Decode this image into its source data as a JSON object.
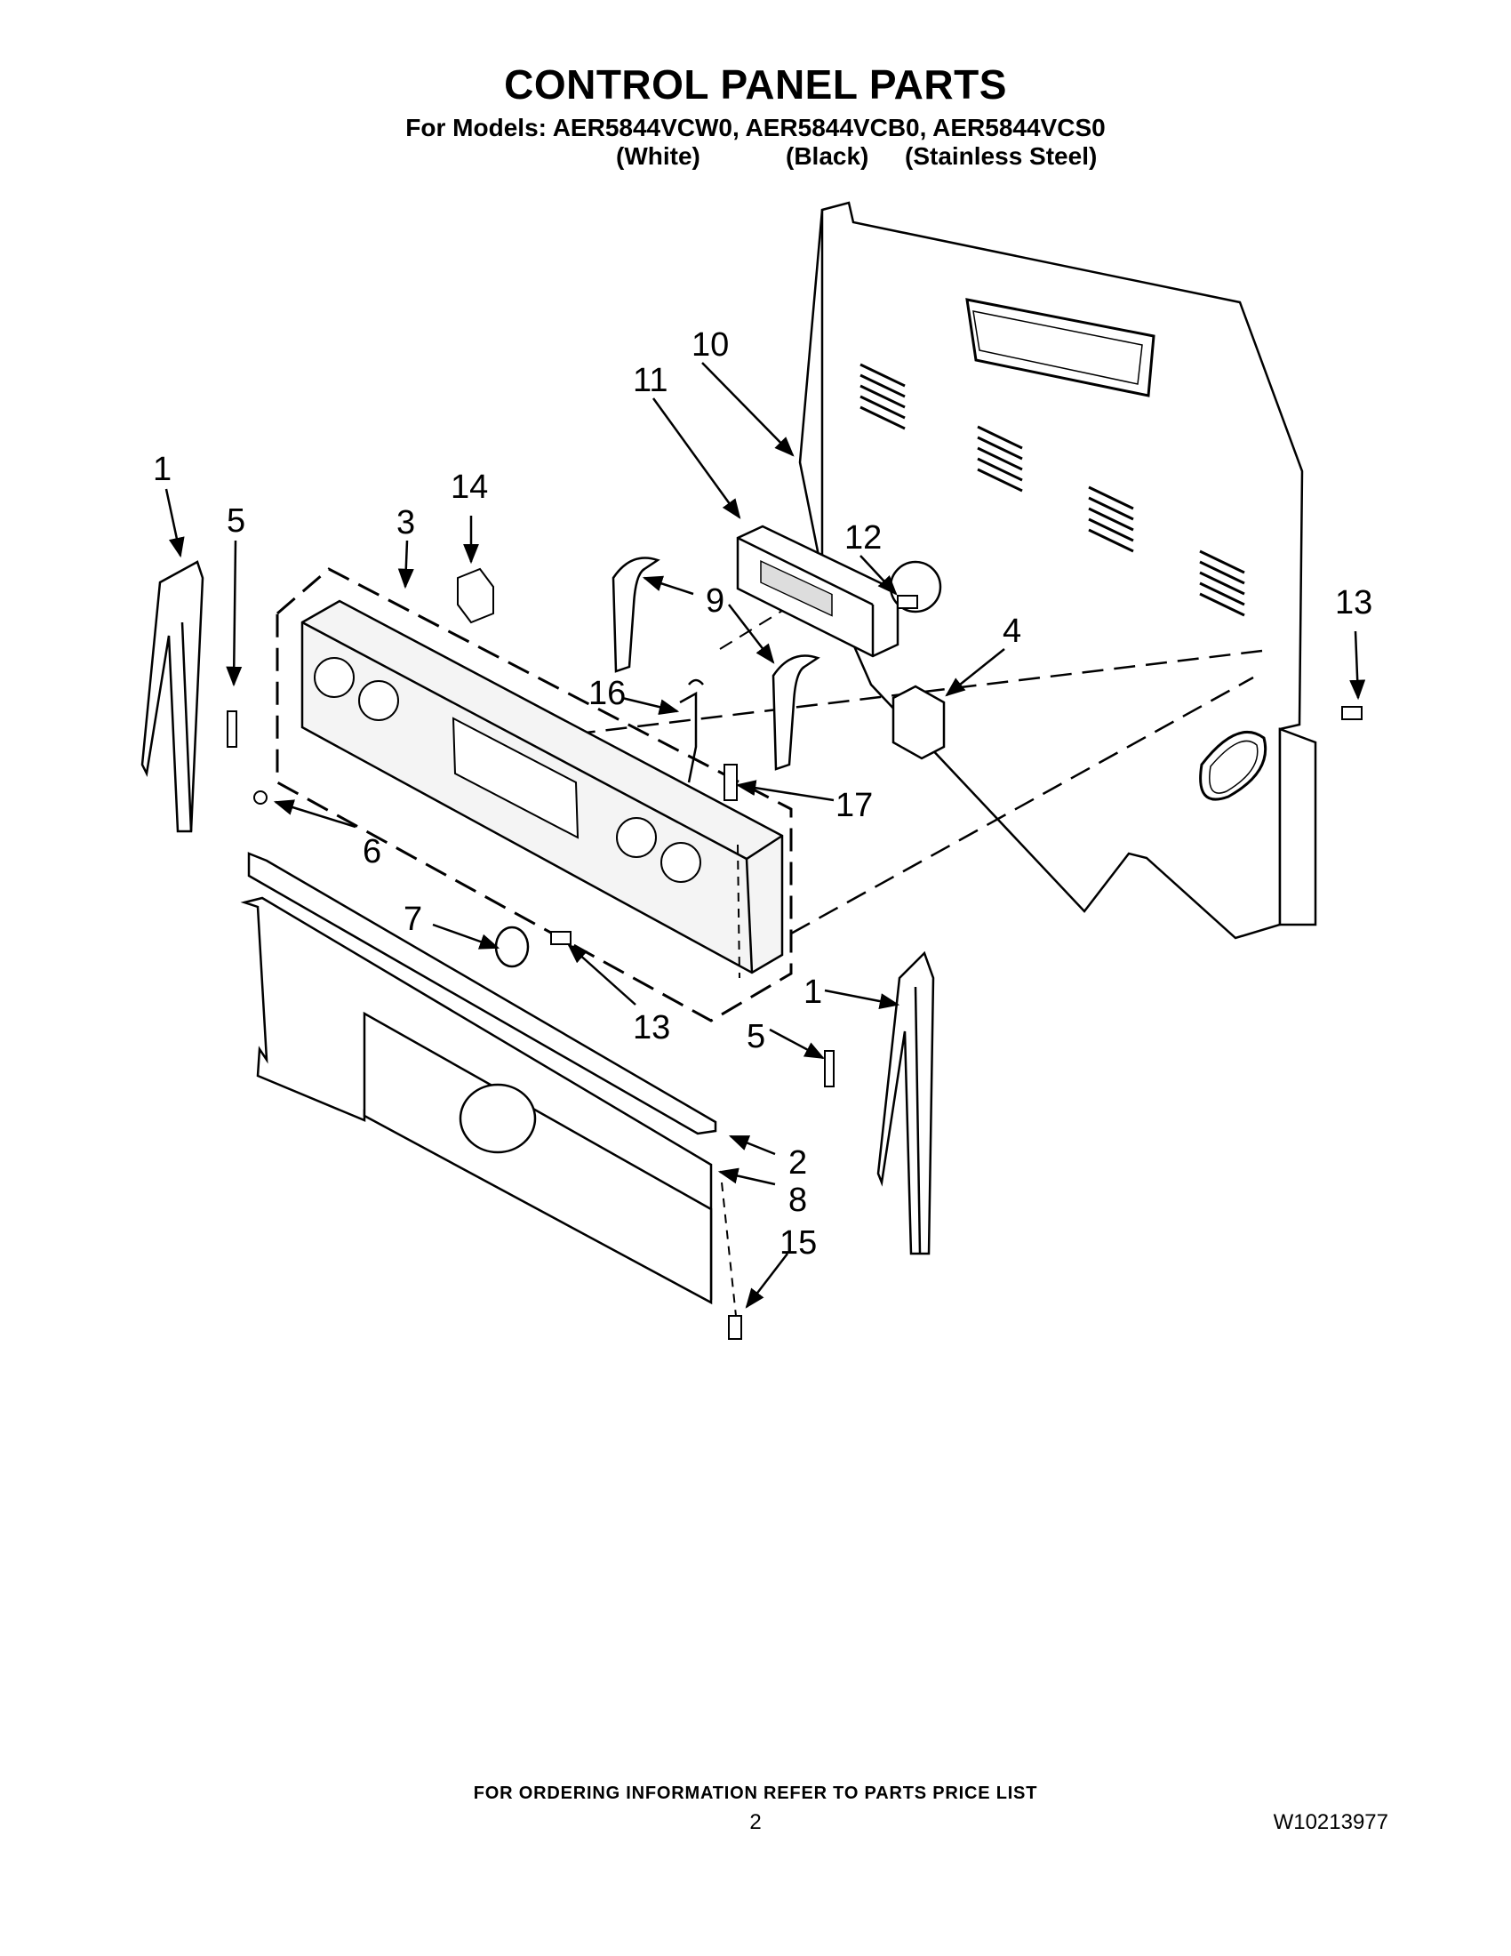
{
  "header": {
    "title": "CONTROL PANEL PARTS",
    "models_line": "For Models: AER5844VCW0, AER5844VCB0, AER5844VCS0",
    "colors": [
      "(White)",
      "(Black)",
      "(Stainless Steel)"
    ]
  },
  "callouts": {
    "c1a": "1",
    "c1b": "1",
    "c2": "2",
    "c3": "3",
    "c4": "4",
    "c5a": "5",
    "c5b": "5",
    "c6": "6",
    "c7": "7",
    "c8": "8",
    "c9": "9",
    "c10": "10",
    "c11": "11",
    "c12": "12",
    "c13a": "13",
    "c13b": "13",
    "c14": "14",
    "c15": "15",
    "c16": "16",
    "c17": "17"
  },
  "footer": {
    "note": "FOR ORDERING INFORMATION REFER TO PARTS PRICE LIST",
    "page_number": "2",
    "doc_id": "W10213977"
  }
}
